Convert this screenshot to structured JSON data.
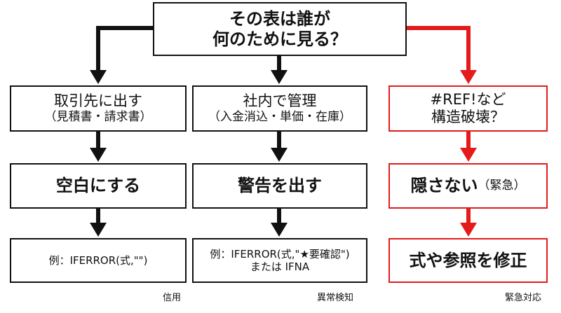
{
  "colors": {
    "black": "#111111",
    "red": "#e31b1b"
  },
  "root": {
    "line1": "その表は誰が",
    "line2": "何のために見る？"
  },
  "columns": [
    {
      "condition": {
        "line1": "取引先に出す",
        "line2": "（見積書・請求書）"
      },
      "action": {
        "text": "空白にする",
        "suffix": ""
      },
      "example": {
        "line1": "例：IFERROR(式,\"\")",
        "line2": ""
      },
      "footer": "信用",
      "color": "#111111"
    },
    {
      "condition": {
        "line1": "社内で管理",
        "line2": "（入金消込・単価・在庫）"
      },
      "action": {
        "text": "警告を出す",
        "suffix": ""
      },
      "example": {
        "line1": "例：IFERROR(式,\"★要確認\")",
        "line2": "または IFNA"
      },
      "footer": "異常検知",
      "color": "#111111"
    },
    {
      "condition": {
        "line1": "#REF!など",
        "line2": "構造破壊？"
      },
      "action": {
        "text": "隠さない",
        "suffix": "（緊急）"
      },
      "example": {
        "line1": "式や参照を修正",
        "line2": ""
      },
      "footer": "緊急対応",
      "color": "#e31b1b"
    }
  ]
}
